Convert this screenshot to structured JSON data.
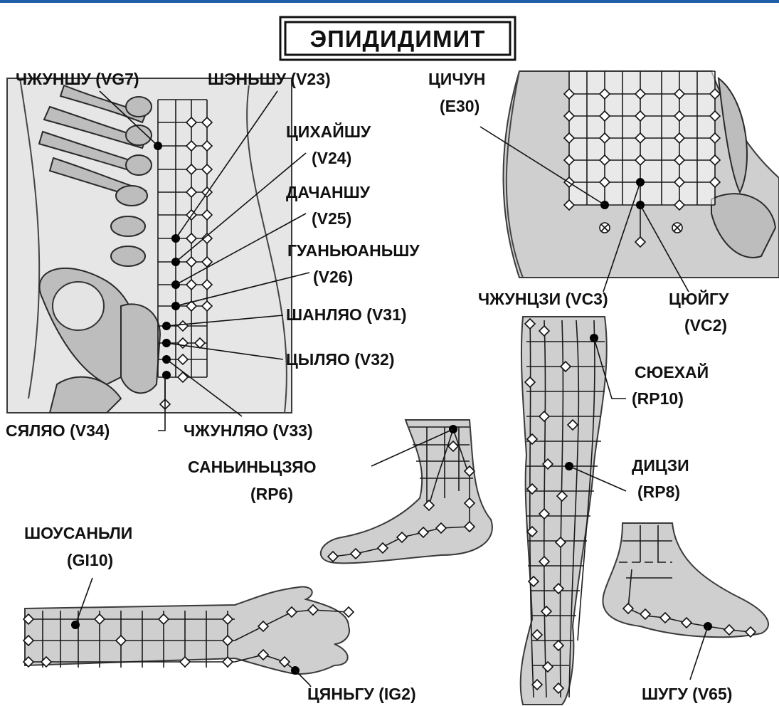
{
  "title": "ЭПИДИДИМИТ",
  "points": {
    "vg7": "ЧЖУНШУ (VG7)",
    "v23": "ШЭНЬШУ (V23)",
    "v24_name": "ЦИХАЙШУ",
    "v24_code": "(V24)",
    "v25_name": "ДАЧАНШУ",
    "v25_code": "(V25)",
    "v26_name": "ГУАНЬЮАНЬШУ",
    "v26_code": "(V26)",
    "v31": "ШАНЛЯО (V31)",
    "v32": "ЦЫЛЯО (V32)",
    "v33": "ЧЖУНЛЯО (V33)",
    "v34": "СЯЛЯО (V34)",
    "e30_name": "ЦИЧУН",
    "e30_code": "(E30)",
    "vc3": "ЧЖУНЦЗИ (VC3)",
    "vc2_name": "ЦЮЙГУ",
    "vc2_code": "(VC2)",
    "rp10_name": "СЮЕХАЙ",
    "rp10_code": "(RP10)",
    "rp8_name": "ДИЦЗИ",
    "rp8_code": "(RP8)",
    "rp6_name": "САНЬИНЬЦЗЯО",
    "rp6_code": "(RP6)",
    "gi10_name": "ШОУСАНЬЛИ",
    "gi10_code": "(GI10)",
    "ig2": "ЦЯНЬГУ (IG2)",
    "v65": "ШУГУ (V65)"
  },
  "colors": {
    "top_rule": "#1f5fa8",
    "ink": "#111111",
    "skin": "#cfcfcf",
    "open_point": "#ffffff",
    "active_point": "#000000"
  }
}
